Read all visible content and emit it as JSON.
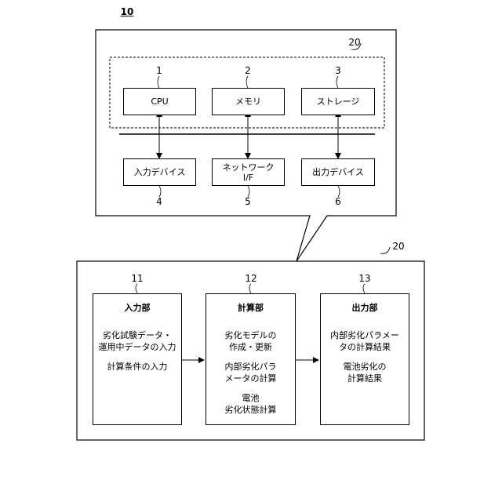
{
  "figure_label": "10",
  "hardware": {
    "group_label": "20",
    "boxes": [
      {
        "num": "1",
        "label": "CPU"
      },
      {
        "num": "2",
        "label": "メモリ"
      },
      {
        "num": "3",
        "label": "ストレージ"
      },
      {
        "num": "4",
        "label": "入力デバイス"
      },
      {
        "num": "5",
        "label": "ネットワーク\nI/F"
      },
      {
        "num": "6",
        "label": "出力デバイス"
      }
    ]
  },
  "software": {
    "group_label": "20",
    "modules": [
      {
        "num": "11",
        "title": "入力部",
        "lines": [
          "劣化試験データ・\n運用中データの入力",
          "計算条件の入力"
        ]
      },
      {
        "num": "12",
        "title": "計算部",
        "lines": [
          "劣化モデルの\n作成・更新",
          "内部劣化パラ\nメータの計算",
          "電池\n劣化状態計算"
        ]
      },
      {
        "num": "13",
        "title": "出力部",
        "lines": [
          "内部劣化パラメー\nタの計算結果",
          "電池劣化の\n計算結果"
        ]
      }
    ]
  }
}
